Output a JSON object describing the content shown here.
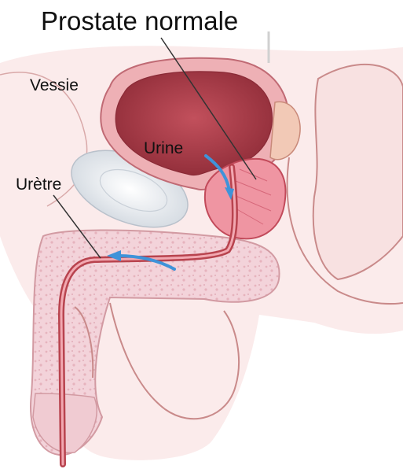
{
  "title": "Prostate normale",
  "labels": {
    "bladder": "Vessie",
    "urine": "Urine",
    "urethra": "Urètre"
  },
  "colors": {
    "background": "#ffffff",
    "skin_fill": "#f8e3e3",
    "skin_outline": "#c98a8a",
    "bladder_wall": "#e9a1a8",
    "bladder_lumen": "#b2444f",
    "prostate": "#ef8f9c",
    "urethra": "#c4505b",
    "bone": "#e3e7ec",
    "flow_arrow": "#3f93d9",
    "leader_line": "#333333"
  }
}
